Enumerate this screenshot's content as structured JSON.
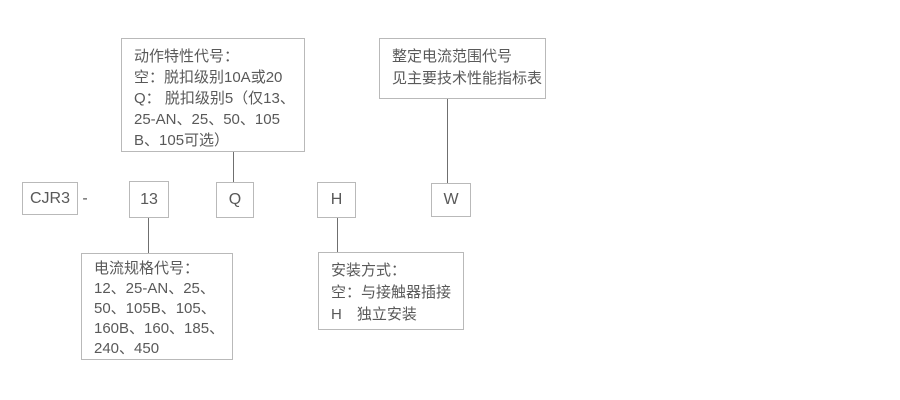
{
  "model": {
    "prefix": "CJR3",
    "separator": "-",
    "current_spec_code": "13",
    "action_code": "Q",
    "mounting_code": "H",
    "range_code": "W"
  },
  "callouts": {
    "action_characteristic": {
      "lines": [
        "动作特性代号：",
        "空：脱扣级别10A或20",
        "Q： 脱扣级别5（仅13、",
        "25-AN、25、50、105",
        "B、105可选）"
      ]
    },
    "setting_current_range": {
      "lines": [
        "整定电流范围代号",
        "见主要技术性能指标表"
      ]
    },
    "current_spec": {
      "lines": [
        "电流规格代号：",
        "12、25-AN、25、",
        "50、105B、105、",
        "160B、160、185、",
        "240、450"
      ]
    },
    "mounting": {
      "lines": [
        "安装方式：",
        "空：与接触器插接",
        "H　独立安装"
      ]
    }
  },
  "colors": {
    "background": "#ffffff",
    "box_border": "#b9b9b9",
    "connector_line": "#6f6f6f",
    "text": "#595959"
  }
}
